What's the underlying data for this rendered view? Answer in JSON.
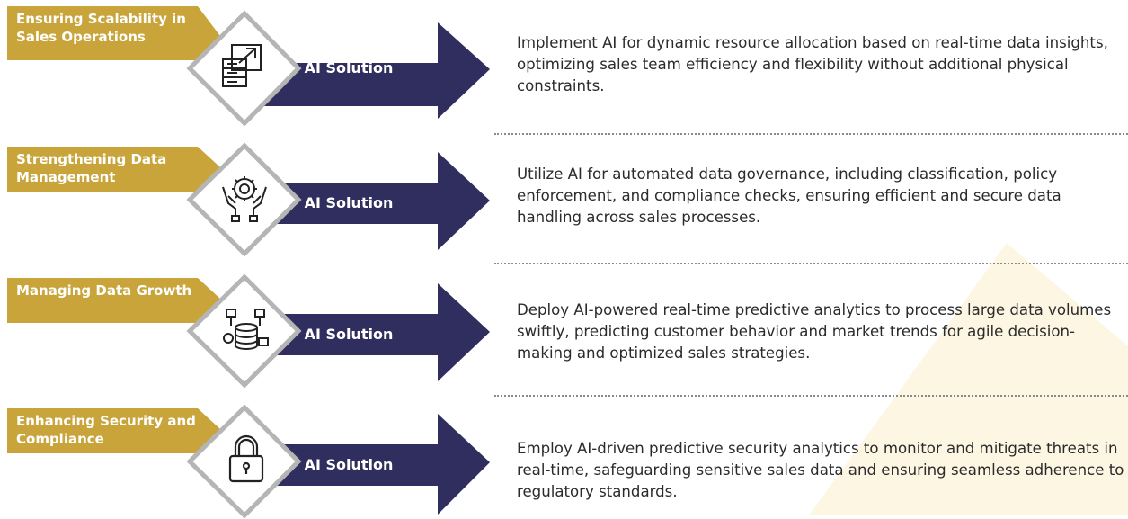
{
  "colors": {
    "gold": "#c8a43a",
    "navy": "#2f2e5e",
    "diamond_border": "#b5b5b5",
    "watermark": "#fdf6e3"
  },
  "rows": [
    {
      "title": "Ensuring Scalability in Sales Operations",
      "icon": "server-scale-icon",
      "solution_label": "AI Solution",
      "description": "Implement AI for dynamic resource allocation based on real-time data insights, optimizing sales team efficiency and flexibility without additional physical constraints."
    },
    {
      "title": "Strengthening Data Management",
      "icon": "hands-gear-icon",
      "solution_label": "AI Solution",
      "description": "Utilize AI for automated data governance, including classification, policy enforcement, and compliance checks, ensuring efficient and secure data handling across sales processes."
    },
    {
      "title": "Managing Data Growth",
      "icon": "database-network-icon",
      "solution_label": "AI Solution",
      "description": "Deploy AI-powered real-time predictive analytics to process large data volumes swiftly, predicting customer behavior and market trends for agile decision-making and optimized sales strategies."
    },
    {
      "title": "Enhancing Security and Compliance",
      "icon": "padlock-icon",
      "solution_label": "AI Solution",
      "description": "Employ AI-driven predictive security analytics to monitor and mitigate threats in real-time, safeguarding sensitive sales data and ensuring seamless adherence to regulatory standards."
    }
  ]
}
